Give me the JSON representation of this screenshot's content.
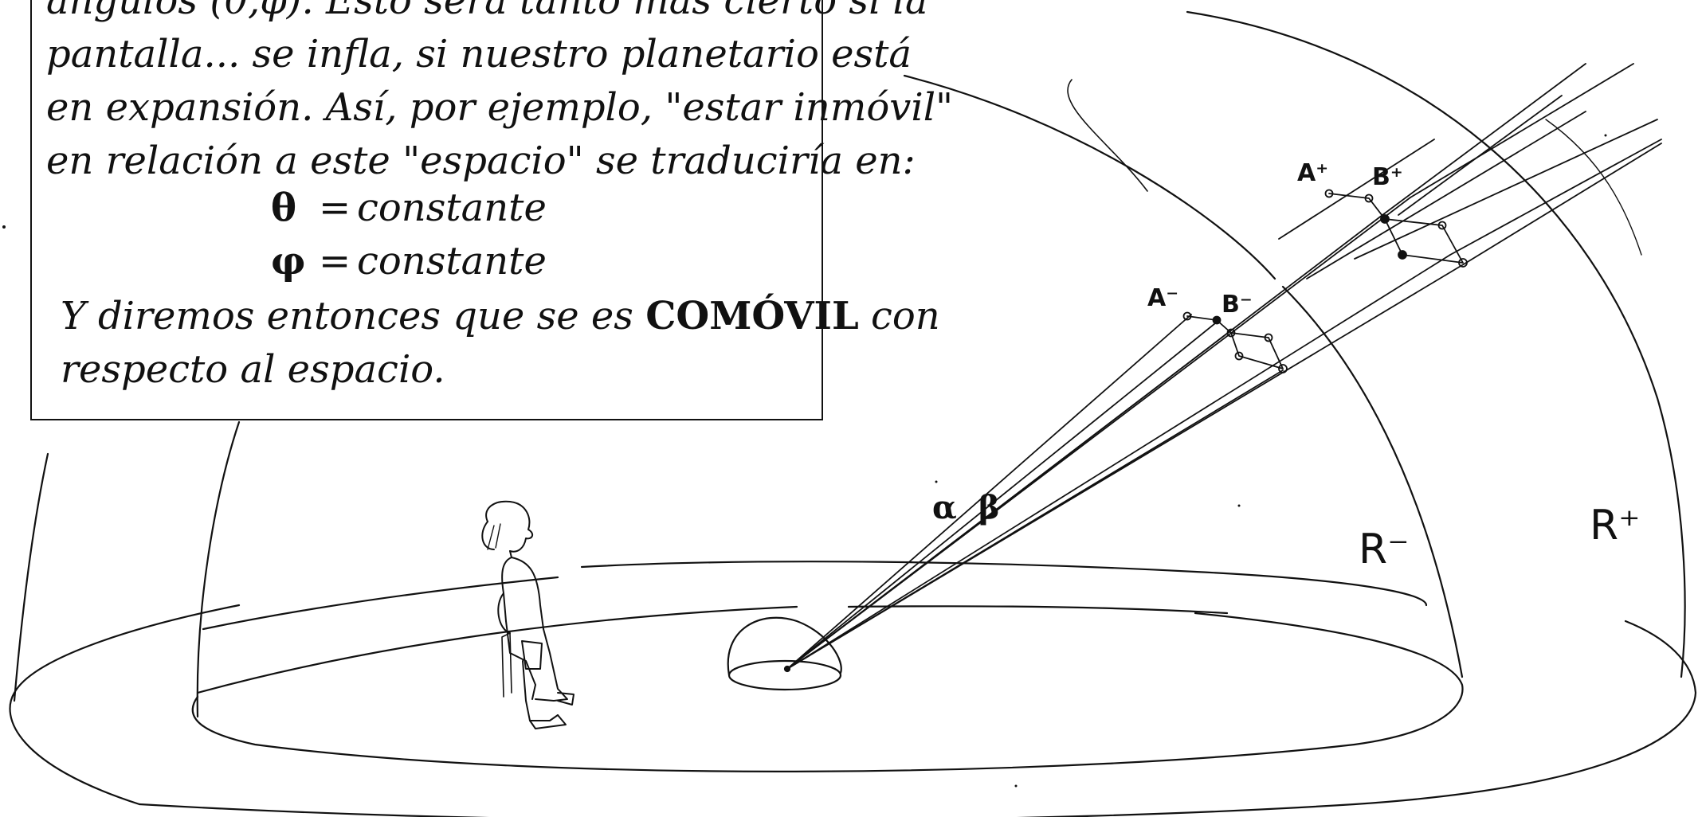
{
  "caption": {
    "line_1": "ángulos (θ,φ). Esto será tanto más cierto si la",
    "line_2": "pantalla... se infla, si nuestro planetario está",
    "line_3": "en expansión. Así, por ejemplo, \"estar inmóvil\"",
    "line_4": "en relación a este \"espacio\" se traduciría en:",
    "equation_1": {
      "symbol": "θ",
      "operator": "=",
      "value": "constante"
    },
    "equation_2": {
      "symbol": "φ",
      "operator": "=",
      "value": "constante"
    },
    "line_5_start": "Y diremos entonces que se es ",
    "line_5_bold": "COMÓVIL",
    "line_5_end": " con",
    "line_6": "respecto al espacio."
  },
  "labels": {
    "a_plus": "A⁺",
    "b_plus": "B⁺",
    "a_minus": "A⁻",
    "b_minus": "B⁻",
    "alpha": "α",
    "beta": "β",
    "r_minus": "R⁻",
    "r_plus": "R⁺"
  },
  "colors": {
    "ink": "#111111",
    "paper": "#ffffff"
  }
}
